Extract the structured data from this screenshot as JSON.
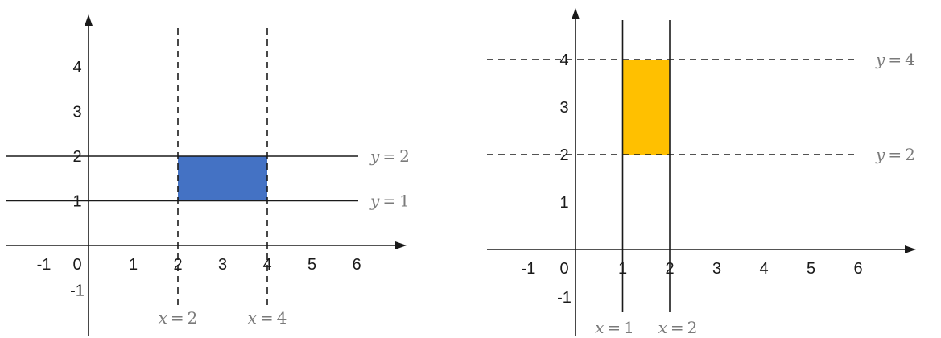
{
  "chart_data": [
    {
      "type": "diagram",
      "x_ticks": [
        "-1",
        "0",
        "1",
        "2",
        "3",
        "4",
        "5",
        "6"
      ],
      "x_tick_values": [
        -1,
        0,
        1,
        2,
        3,
        4,
        5,
        6
      ],
      "y_ticks": [
        "-1",
        "1",
        "2",
        "3",
        "4"
      ],
      "y_tick_values": [
        -1,
        1,
        2,
        3,
        4
      ],
      "vertical_lines": [
        {
          "x": 2,
          "style": "dashed",
          "label": "x = 2"
        },
        {
          "x": 4,
          "style": "dashed",
          "label": "x = 4"
        }
      ],
      "horizontal_lines": [
        {
          "y": 2,
          "style": "solid",
          "label": "y = 2"
        },
        {
          "y": 1,
          "style": "solid",
          "label": "y = 1"
        }
      ],
      "region": {
        "x": [
          2,
          4
        ],
        "y": [
          1,
          2
        ],
        "color": "#4472c4"
      }
    },
    {
      "type": "diagram",
      "x_ticks": [
        "-1",
        "0",
        "1",
        "2",
        "3",
        "4",
        "5",
        "6"
      ],
      "x_tick_values": [
        -1,
        0,
        1,
        2,
        3,
        4,
        5,
        6
      ],
      "y_ticks": [
        "-1",
        "1",
        "2",
        "3",
        "4"
      ],
      "y_tick_values": [
        -1,
        1,
        2,
        3,
        4
      ],
      "vertical_lines": [
        {
          "x": 1,
          "style": "solid",
          "label": "x = 1"
        },
        {
          "x": 2,
          "style": "solid",
          "label": "x = 2"
        }
      ],
      "horizontal_lines": [
        {
          "y": 4,
          "style": "dashed",
          "label": "y = 4"
        },
        {
          "y": 2,
          "style": "dashed",
          "label": "y = 2"
        }
      ],
      "region": {
        "x": [
          1,
          2
        ],
        "y": [
          2,
          4
        ],
        "color": "#ffc000"
      }
    }
  ]
}
